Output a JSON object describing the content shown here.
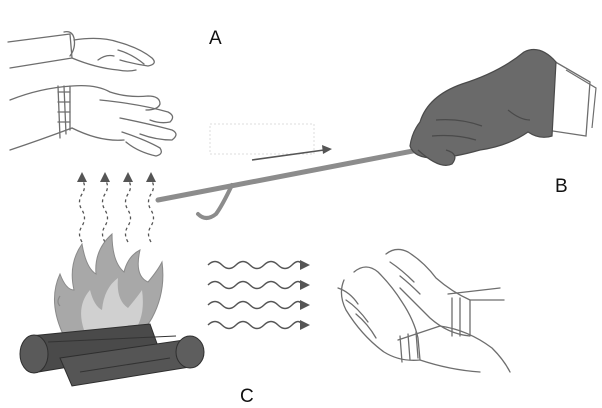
{
  "labels": {
    "a": "A",
    "b": "B",
    "c": "C"
  },
  "colors": {
    "line": "#6e6e6e",
    "glove": "#6a6a6a",
    "rod": "#8c8c8c",
    "flame": "#a8a8a8",
    "log": "#4a4a4a",
    "arrow": "#555555"
  },
  "icons": [
    "hands-touching-icon",
    "gloved-hand-icon",
    "fire-poker-icon",
    "campfire-icon",
    "hands-warming-icon",
    "rising-heat-arrows-icon",
    "radiant-heat-waves-icon",
    "conduction-arrow-icon"
  ]
}
